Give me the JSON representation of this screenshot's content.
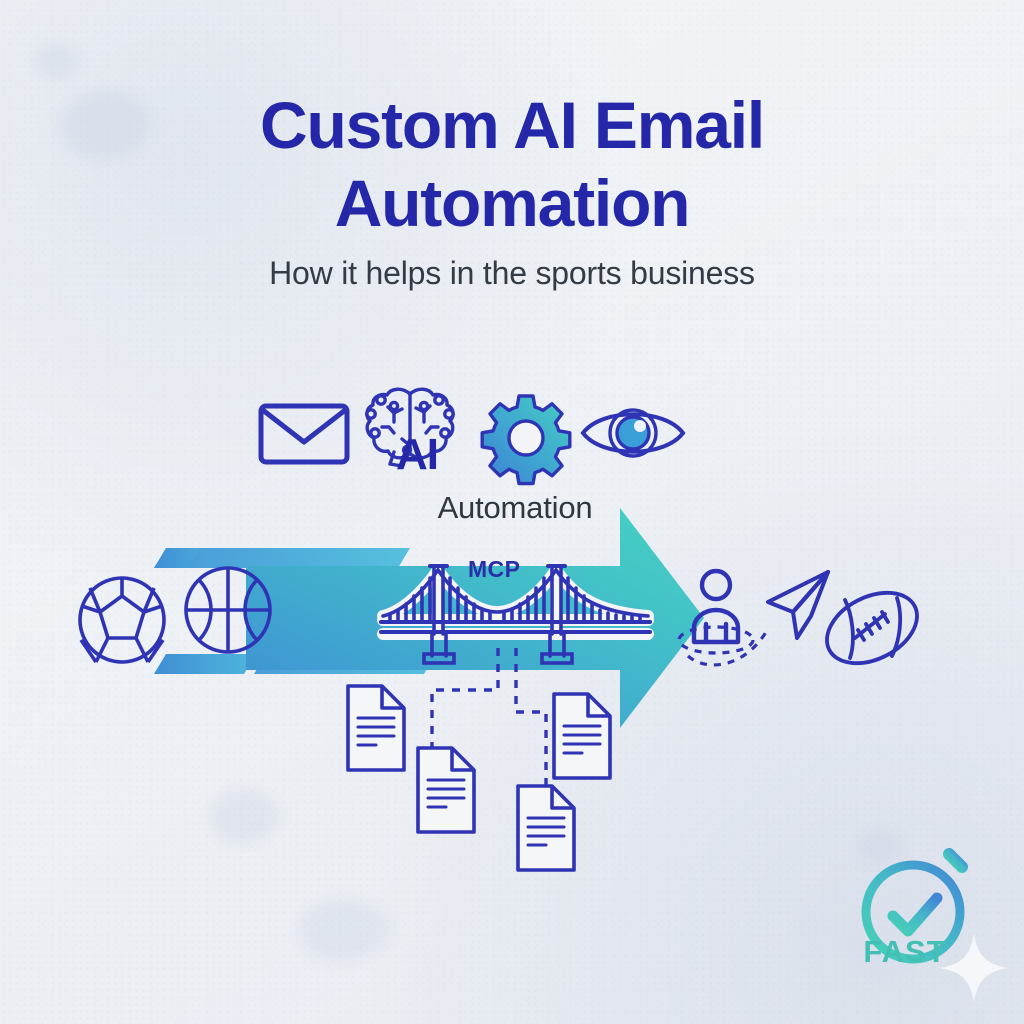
{
  "poster": {
    "title_line1": "Custom AI Email",
    "title_line2": "Automation",
    "subtitle": "How it helps in the sports business",
    "automation_label": "Automation",
    "ai_word": "AI",
    "bridge_label": "MCP",
    "fast_label": "FAST"
  },
  "colors": {
    "title_blue": "#2327a8",
    "subtitle_gray": "#333b44",
    "line_indigo": "#2f34b5",
    "accent_teal": "#43bfb3",
    "accent_blue": "#3a8fd0",
    "arrow_gradient_from": "#45cfc0",
    "arrow_gradient_to": "#3f8fd4",
    "background": "#eef1f5",
    "sparkle_white": "#f4f6fa"
  },
  "icons": {
    "row": [
      {
        "name": "envelope-icon",
        "label": "Email"
      },
      {
        "name": "brain-icon",
        "label": "AI"
      },
      {
        "name": "gear-icon",
        "label": "Automation"
      },
      {
        "name": "eye-icon",
        "label": "Monitoring"
      }
    ],
    "sports": [
      {
        "name": "soccer-ball-icon",
        "label": "Soccer ball"
      },
      {
        "name": "basketball-icon",
        "label": "Basketball"
      },
      {
        "name": "american-football-icon",
        "label": "American football"
      }
    ],
    "flow": [
      {
        "name": "speed-lines-icon",
        "label": "Speed lines"
      },
      {
        "name": "forward-arrow-icon",
        "label": "Forward arrow"
      },
      {
        "name": "suspension-bridge-icon",
        "label": "MCP bridge"
      },
      {
        "name": "person-icon",
        "label": "Customer"
      },
      {
        "name": "paper-plane-icon",
        "label": "Send"
      }
    ],
    "documents": [
      {
        "name": "document-icon",
        "label": "Document 1"
      },
      {
        "name": "document-icon",
        "label": "Document 2"
      },
      {
        "name": "document-icon",
        "label": "Document 3"
      },
      {
        "name": "document-icon",
        "label": "Document 4"
      }
    ],
    "badge": [
      {
        "name": "stopwatch-check-icon",
        "label": "Fast stopwatch"
      },
      {
        "name": "sparkle-icon",
        "label": "Sparkle"
      }
    ]
  }
}
